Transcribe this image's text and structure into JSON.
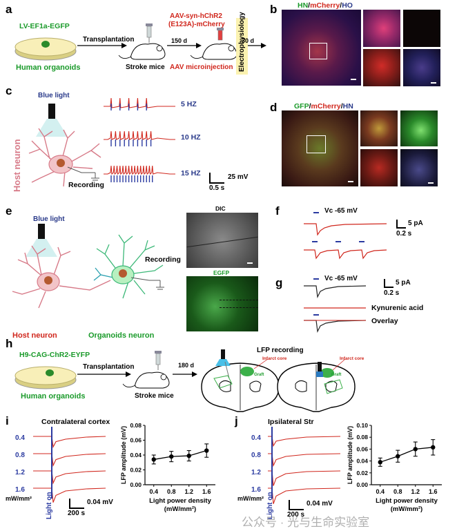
{
  "panels": {
    "a": "a",
    "b": "b",
    "c": "c",
    "d": "d",
    "e": "e",
    "f": "f",
    "g": "g",
    "h": "h",
    "i": "i",
    "j": "j"
  },
  "a": {
    "construct": "LV-EF1a-EGFP",
    "transplantation": "Transplantation",
    "organoids": "Human organoids",
    "stroke_mice": "Stroke mice",
    "virus_line1": "AAV-syn-hChR2",
    "virus_line2": "(E123A)-mCherry",
    "days1": "150 d",
    "days2": "30 d",
    "microinjection": "AAV microinjection",
    "ephys": "Electrophysiology"
  },
  "b": {
    "title_hn": "HN",
    "title_sep1": "/",
    "title_mch": "mCherry",
    "title_sep2": "/",
    "title_ho": "HO"
  },
  "c": {
    "blue_light": "Blue light",
    "host_neuron": "Host  neuron",
    "recording": "Recording",
    "freqs": [
      "5 HZ",
      "10 HZ",
      "15 HZ"
    ],
    "pulses": [
      5,
      10,
      15
    ],
    "scale_v": "25 mV",
    "scale_t": "0.5 s"
  },
  "d": {
    "title_gfp": "GFP",
    "title_sep1": "/",
    "title_mch": "mCherry",
    "title_sep2": "/",
    "title_hn": "HN"
  },
  "e": {
    "blue_light": "Blue light",
    "recording": "Recording",
    "host_neuron": "Host neuron",
    "organoid_neuron": "Organoids neuron",
    "dic": "DIC",
    "egfp": "EGFP"
  },
  "f": {
    "vc": "Vc -65 mV",
    "scale_i": "5 pA",
    "scale_t": "0.2 s"
  },
  "g": {
    "vc": "Vc -65 mV",
    "scale_i": "5 pA",
    "scale_t": "0.2 s",
    "kyn": "Kynurenic acid",
    "overlay": "Overlay"
  },
  "h": {
    "construct": "H9-CAG-ChR2-EYFP",
    "transplantation": "Transplantation",
    "organoids": "Human organoids",
    "stroke_mice": "Stroke mice",
    "days": "180 d",
    "lfp": "LFP recording",
    "infarct1": "Infarct core",
    "graft1": "Graft",
    "infarct2": "Infarct core",
    "graft2": "Graft"
  },
  "i": {
    "title": "Contralateral cortex",
    "densities": [
      "0.4",
      "0.8",
      "1.2",
      "1.6"
    ],
    "unit": "mW/mm²",
    "light_on": "Light on",
    "scale_v": "0.04 mV",
    "scale_t": "200 s"
  },
  "j": {
    "title": "Ipsilateral Str",
    "densities": [
      "0.4",
      "0.8",
      "1.2",
      "1.6"
    ],
    "unit": "mW/mm²",
    "light_on": "Light on",
    "scale_v": "0.04 mV",
    "scale_t": "200 s"
  },
  "chart_data": [
    {
      "type": "line",
      "ylabel": "LFP amplitude (mV)",
      "xlabel": "Light power density",
      "xunit": "(mW/mm²)",
      "x": [
        0.4,
        0.8,
        1.2,
        1.6
      ],
      "xticks": [
        "0.4",
        "0.8",
        "1.2",
        "1.6"
      ],
      "ylim": [
        0,
        0.08
      ],
      "yticks": [
        "0.00",
        "0.02",
        "0.04",
        "0.06",
        "0.08"
      ],
      "values": [
        0.034,
        0.038,
        0.039,
        0.046
      ],
      "errors": [
        0.006,
        0.007,
        0.007,
        0.009
      ]
    },
    {
      "type": "line",
      "ylabel": "LFP amplitude (mV)",
      "xlabel": "Light power density",
      "xunit": "(mW/mm²)",
      "x": [
        0.4,
        0.8,
        1.2,
        1.6
      ],
      "xticks": [
        "0.4",
        "0.8",
        "1.2",
        "1.6"
      ],
      "ylim": [
        0,
        0.1
      ],
      "yticks": [
        "0.00",
        "0.02",
        "0.04",
        "0.06",
        "0.08",
        "0.10"
      ],
      "values": [
        0.038,
        0.048,
        0.06,
        0.063
      ],
      "errors": [
        0.007,
        0.01,
        0.012,
        0.013
      ]
    }
  ],
  "watermark": "公众号 · 光与生命实验室"
}
